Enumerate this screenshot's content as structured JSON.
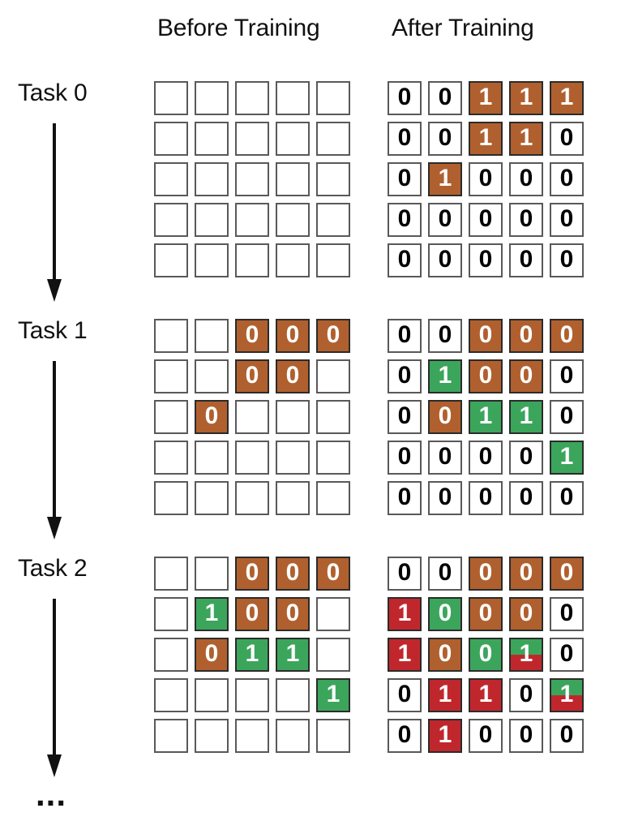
{
  "figure": {
    "title_before": "Before Training",
    "title_after": "After Training",
    "ellipsis": "..."
  },
  "colors": {
    "orange": "#b0602e",
    "green": "#3ca55c",
    "red": "#c0272d",
    "empty": "#ffffff",
    "border": "#595959",
    "border_filled": "#2b2b2b",
    "text_dark": "#000000",
    "text_light": "#ffffff"
  },
  "legend_meaning": {
    "orange": "task-0-learned-unit",
    "green": "task-1-learned-unit",
    "red": "task-2-learned-unit",
    "split": "green-over-red-overlap-unit",
    "empty": "untouched-unit"
  },
  "rows": [
    {
      "label": "Task 0",
      "arrow": "down-arrow-0",
      "before": {
        "cells": [
          [
            {
              "v": "",
              "f": "none"
            },
            {
              "v": "",
              "f": "none"
            },
            {
              "v": "",
              "f": "none"
            },
            {
              "v": "",
              "f": "none"
            },
            {
              "v": "",
              "f": "none"
            }
          ],
          [
            {
              "v": "",
              "f": "none"
            },
            {
              "v": "",
              "f": "none"
            },
            {
              "v": "",
              "f": "none"
            },
            {
              "v": "",
              "f": "none"
            },
            {
              "v": "",
              "f": "none"
            }
          ],
          [
            {
              "v": "",
              "f": "none"
            },
            {
              "v": "",
              "f": "none"
            },
            {
              "v": "",
              "f": "none"
            },
            {
              "v": "",
              "f": "none"
            },
            {
              "v": "",
              "f": "none"
            }
          ],
          [
            {
              "v": "",
              "f": "none"
            },
            {
              "v": "",
              "f": "none"
            },
            {
              "v": "",
              "f": "none"
            },
            {
              "v": "",
              "f": "none"
            },
            {
              "v": "",
              "f": "none"
            }
          ],
          [
            {
              "v": "",
              "f": "none"
            },
            {
              "v": "",
              "f": "none"
            },
            {
              "v": "",
              "f": "none"
            },
            {
              "v": "",
              "f": "none"
            },
            {
              "v": "",
              "f": "none"
            }
          ]
        ]
      },
      "after": {
        "cells": [
          [
            {
              "v": "0",
              "f": "none"
            },
            {
              "v": "0",
              "f": "none"
            },
            {
              "v": "1",
              "f": "orange"
            },
            {
              "v": "1",
              "f": "orange"
            },
            {
              "v": "1",
              "f": "orange"
            }
          ],
          [
            {
              "v": "0",
              "f": "none"
            },
            {
              "v": "0",
              "f": "none"
            },
            {
              "v": "1",
              "f": "orange"
            },
            {
              "v": "1",
              "f": "orange"
            },
            {
              "v": "0",
              "f": "none"
            }
          ],
          [
            {
              "v": "0",
              "f": "none"
            },
            {
              "v": "1",
              "f": "orange"
            },
            {
              "v": "0",
              "f": "none"
            },
            {
              "v": "0",
              "f": "none"
            },
            {
              "v": "0",
              "f": "none"
            }
          ],
          [
            {
              "v": "0",
              "f": "none"
            },
            {
              "v": "0",
              "f": "none"
            },
            {
              "v": "0",
              "f": "none"
            },
            {
              "v": "0",
              "f": "none"
            },
            {
              "v": "0",
              "f": "none"
            }
          ],
          [
            {
              "v": "0",
              "f": "none"
            },
            {
              "v": "0",
              "f": "none"
            },
            {
              "v": "0",
              "f": "none"
            },
            {
              "v": "0",
              "f": "none"
            },
            {
              "v": "0",
              "f": "none"
            }
          ]
        ]
      }
    },
    {
      "label": "Task 1",
      "arrow": "down-arrow-1",
      "before": {
        "cells": [
          [
            {
              "v": "",
              "f": "none"
            },
            {
              "v": "",
              "f": "none"
            },
            {
              "v": "0",
              "f": "orange"
            },
            {
              "v": "0",
              "f": "orange"
            },
            {
              "v": "0",
              "f": "orange"
            }
          ],
          [
            {
              "v": "",
              "f": "none"
            },
            {
              "v": "",
              "f": "none"
            },
            {
              "v": "0",
              "f": "orange"
            },
            {
              "v": "0",
              "f": "orange"
            },
            {
              "v": "",
              "f": "none"
            }
          ],
          [
            {
              "v": "",
              "f": "none"
            },
            {
              "v": "0",
              "f": "orange"
            },
            {
              "v": "",
              "f": "none"
            },
            {
              "v": "",
              "f": "none"
            },
            {
              "v": "",
              "f": "none"
            }
          ],
          [
            {
              "v": "",
              "f": "none"
            },
            {
              "v": "",
              "f": "none"
            },
            {
              "v": "",
              "f": "none"
            },
            {
              "v": "",
              "f": "none"
            },
            {
              "v": "",
              "f": "none"
            }
          ],
          [
            {
              "v": "",
              "f": "none"
            },
            {
              "v": "",
              "f": "none"
            },
            {
              "v": "",
              "f": "none"
            },
            {
              "v": "",
              "f": "none"
            },
            {
              "v": "",
              "f": "none"
            }
          ]
        ]
      },
      "after": {
        "cells": [
          [
            {
              "v": "0",
              "f": "none"
            },
            {
              "v": "0",
              "f": "none"
            },
            {
              "v": "0",
              "f": "orange"
            },
            {
              "v": "0",
              "f": "orange"
            },
            {
              "v": "0",
              "f": "orange"
            }
          ],
          [
            {
              "v": "0",
              "f": "none"
            },
            {
              "v": "1",
              "f": "green"
            },
            {
              "v": "0",
              "f": "orange"
            },
            {
              "v": "0",
              "f": "orange"
            },
            {
              "v": "0",
              "f": "none"
            }
          ],
          [
            {
              "v": "0",
              "f": "none"
            },
            {
              "v": "0",
              "f": "orange"
            },
            {
              "v": "1",
              "f": "green"
            },
            {
              "v": "1",
              "f": "green"
            },
            {
              "v": "0",
              "f": "none"
            }
          ],
          [
            {
              "v": "0",
              "f": "none"
            },
            {
              "v": "0",
              "f": "none"
            },
            {
              "v": "0",
              "f": "none"
            },
            {
              "v": "0",
              "f": "none"
            },
            {
              "v": "1",
              "f": "green"
            }
          ],
          [
            {
              "v": "0",
              "f": "none"
            },
            {
              "v": "0",
              "f": "none"
            },
            {
              "v": "0",
              "f": "none"
            },
            {
              "v": "0",
              "f": "none"
            },
            {
              "v": "0",
              "f": "none"
            }
          ]
        ]
      }
    },
    {
      "label": "Task 2",
      "arrow": "down-arrow-2",
      "before": {
        "cells": [
          [
            {
              "v": "",
              "f": "none"
            },
            {
              "v": "",
              "f": "none"
            },
            {
              "v": "0",
              "f": "orange"
            },
            {
              "v": "0",
              "f": "orange"
            },
            {
              "v": "0",
              "f": "orange"
            }
          ],
          [
            {
              "v": "",
              "f": "none"
            },
            {
              "v": "1",
              "f": "green"
            },
            {
              "v": "0",
              "f": "orange"
            },
            {
              "v": "0",
              "f": "orange"
            },
            {
              "v": "",
              "f": "none"
            }
          ],
          [
            {
              "v": "",
              "f": "none"
            },
            {
              "v": "0",
              "f": "orange"
            },
            {
              "v": "1",
              "f": "green"
            },
            {
              "v": "1",
              "f": "green"
            },
            {
              "v": "",
              "f": "none"
            }
          ],
          [
            {
              "v": "",
              "f": "none"
            },
            {
              "v": "",
              "f": "none"
            },
            {
              "v": "",
              "f": "none"
            },
            {
              "v": "",
              "f": "none"
            },
            {
              "v": "1",
              "f": "green"
            }
          ],
          [
            {
              "v": "",
              "f": "none"
            },
            {
              "v": "",
              "f": "none"
            },
            {
              "v": "",
              "f": "none"
            },
            {
              "v": "",
              "f": "none"
            },
            {
              "v": "",
              "f": "none"
            }
          ]
        ]
      },
      "after": {
        "cells": [
          [
            {
              "v": "0",
              "f": "none"
            },
            {
              "v": "0",
              "f": "none"
            },
            {
              "v": "0",
              "f": "orange"
            },
            {
              "v": "0",
              "f": "orange"
            },
            {
              "v": "0",
              "f": "orange"
            }
          ],
          [
            {
              "v": "1",
              "f": "red"
            },
            {
              "v": "0",
              "f": "green"
            },
            {
              "v": "0",
              "f": "orange"
            },
            {
              "v": "0",
              "f": "orange"
            },
            {
              "v": "0",
              "f": "none"
            }
          ],
          [
            {
              "v": "1",
              "f": "red"
            },
            {
              "v": "0",
              "f": "orange"
            },
            {
              "v": "0",
              "f": "green"
            },
            {
              "v": "1",
              "f": "split"
            },
            {
              "v": "0",
              "f": "none"
            }
          ],
          [
            {
              "v": "0",
              "f": "none"
            },
            {
              "v": "1",
              "f": "red"
            },
            {
              "v": "1",
              "f": "red"
            },
            {
              "v": "0",
              "f": "none"
            },
            {
              "v": "1",
              "f": "split"
            }
          ],
          [
            {
              "v": "0",
              "f": "none"
            },
            {
              "v": "1",
              "f": "red"
            },
            {
              "v": "0",
              "f": "none"
            },
            {
              "v": "0",
              "f": "none"
            },
            {
              "v": "0",
              "f": "none"
            }
          ]
        ]
      }
    }
  ]
}
